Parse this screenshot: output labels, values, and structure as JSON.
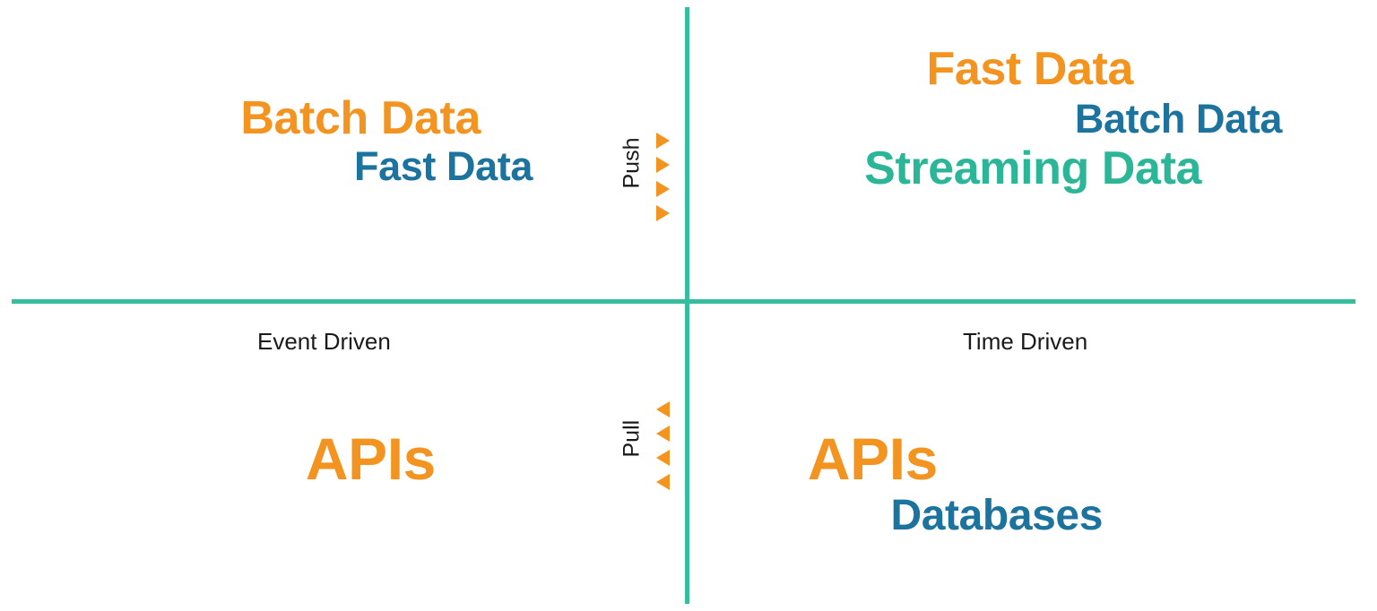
{
  "colors": {
    "orange": "#f2941f",
    "blue": "#1c739e",
    "teal": "#2bb698",
    "axis": "#35bd9e",
    "text": "#1a1a1a",
    "background": "#ffffff"
  },
  "axes": {
    "x_left_label": "Event Driven",
    "x_right_label": "Time Driven",
    "orientation": "two-axis quadrant matrix"
  },
  "flows": {
    "push": {
      "label": "Push",
      "direction": "right",
      "arrow_count": 4
    },
    "pull": {
      "label": "Pull",
      "direction": "left",
      "arrow_count": 4
    }
  },
  "quadrants": {
    "top_left": {
      "name": "Event Driven / Push",
      "items": [
        {
          "label": "Batch Data",
          "color": "orange"
        },
        {
          "label": "Fast Data",
          "color": "blue"
        }
      ]
    },
    "top_right": {
      "name": "Time Driven / Push",
      "items": [
        {
          "label": "Fast Data",
          "color": "orange"
        },
        {
          "label": "Batch Data",
          "color": "blue"
        },
        {
          "label": "Streaming Data",
          "color": "teal"
        }
      ]
    },
    "bottom_left": {
      "name": "Event Driven / Pull",
      "items": [
        {
          "label": "APIs",
          "color": "orange"
        }
      ]
    },
    "bottom_right": {
      "name": "Time Driven / Pull",
      "items": [
        {
          "label": "APIs",
          "color": "orange"
        },
        {
          "label": "Databases",
          "color": "blue"
        }
      ]
    }
  }
}
